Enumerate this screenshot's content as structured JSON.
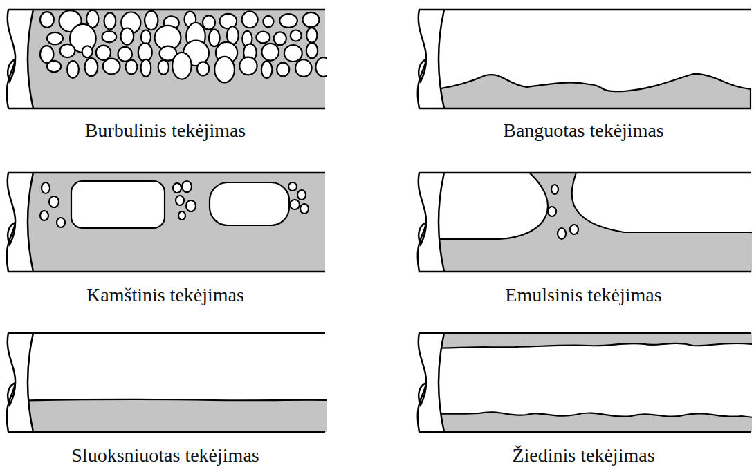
{
  "diagram": {
    "labels": [
      "Burbulinis tekėjimas",
      "Banguotas tekėjimas",
      "Kamštinis tekėjimas",
      "Emulsinis tekėjimas",
      "Sluoksniuotas tekėjimas",
      "Žiedinis tekėjimas"
    ]
  }
}
